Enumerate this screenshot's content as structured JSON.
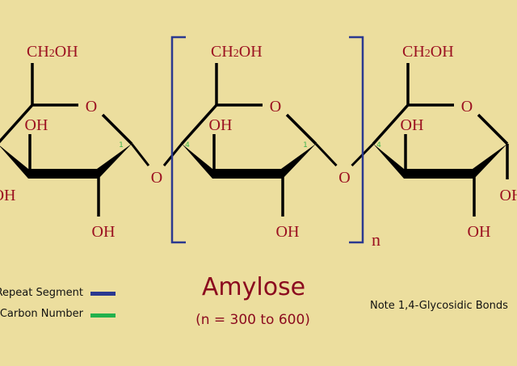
{
  "title": "Amylose",
  "subtitle": "(n = 300 to 600)",
  "note": "Note 1,4-Glycosidic Bonds",
  "repeat_label": "n",
  "legend": [
    {
      "label": "Repeat Segment",
      "color": "#2b3990"
    },
    {
      "label": "Carbon Number",
      "color": "#22b14c"
    }
  ],
  "labels": {
    "ch2oh_main": "CH",
    "ch2oh_sub": "2",
    "ch2oh_tail": "OH",
    "ring_oxygen": "O",
    "hydroxyl": "OH",
    "glycosidic_oxygen": "O",
    "carbon_1": "1",
    "carbon_4": "4"
  },
  "colors": {
    "background": "#ecde9e",
    "atom": "#9b1020",
    "bond": "#000000",
    "bracket": "#2b3990",
    "carbon_number": "#3cb44b"
  }
}
